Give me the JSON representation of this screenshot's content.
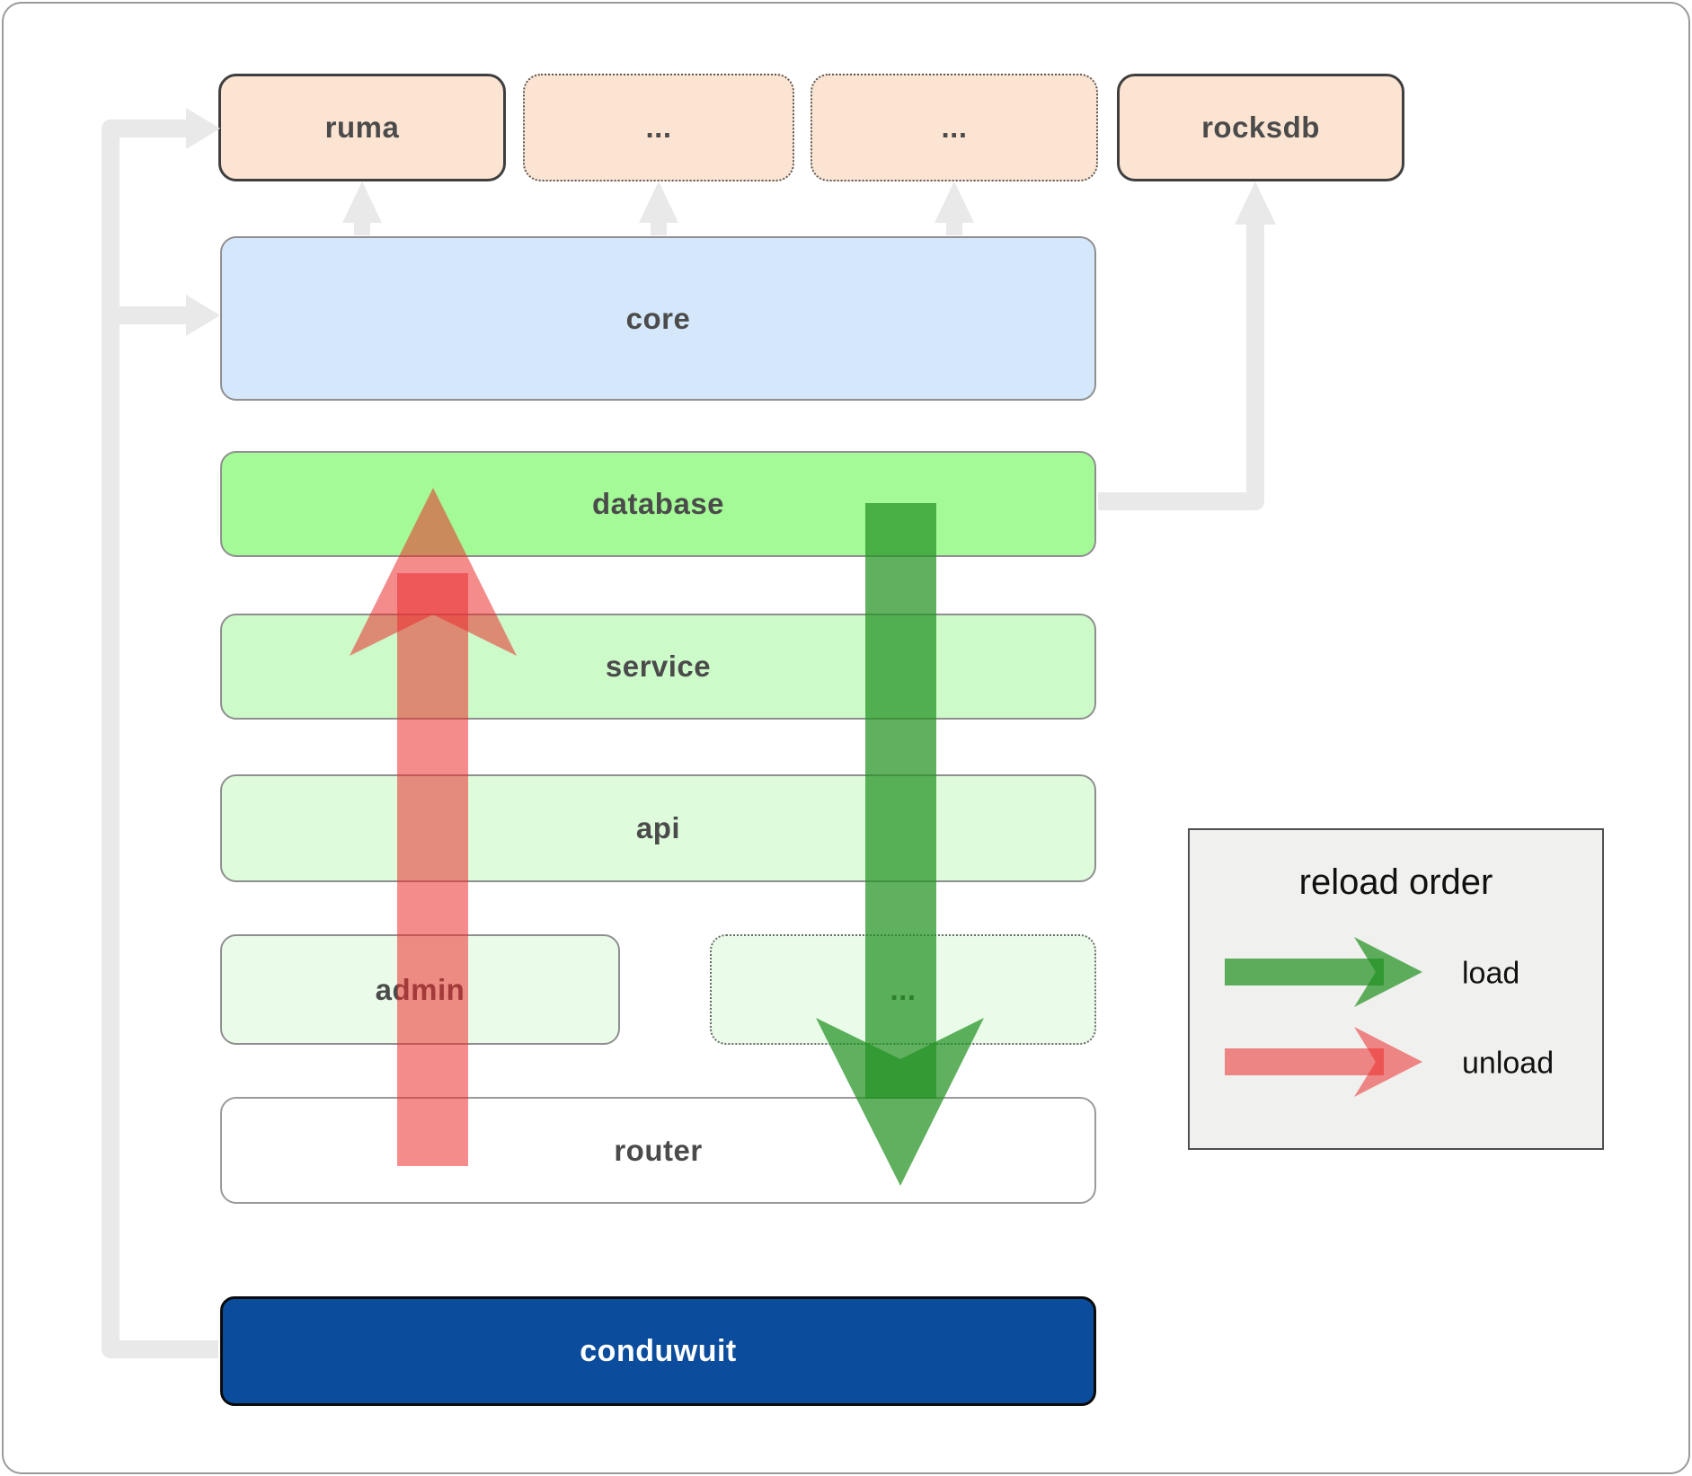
{
  "diagram": {
    "top_row": [
      {
        "label": "ruma"
      },
      {
        "label": "..."
      },
      {
        "label": "..."
      },
      {
        "label": "rocksdb"
      }
    ],
    "layers": [
      {
        "label": "core"
      },
      {
        "label": "database"
      },
      {
        "label": "service"
      },
      {
        "label": "api"
      },
      {
        "label": "admin"
      },
      {
        "label": "..."
      },
      {
        "label": "router"
      },
      {
        "label": "conduwuit"
      }
    ]
  },
  "legend": {
    "title": "reload order",
    "load_label": "load",
    "unload_label": "unload"
  },
  "colors": {
    "peach_fill": "#fce4d3",
    "core_fill": "#d5e8fb",
    "database_fill": "#a4fa96",
    "service_fill": "#cdfac9",
    "api_fill": "#defcdb",
    "admin_fill": "#eafce9",
    "router_fill": "#ffffff",
    "conduwuit_fill": "#0b4d9c",
    "conduwuit_text": "#ffffff",
    "label_text": "#4b4b4b",
    "load_green": "#229222",
    "unload_red": "#eb2d2d",
    "connector_gray": "#e9e9e9",
    "legend_bg": "#f0f0ee"
  }
}
